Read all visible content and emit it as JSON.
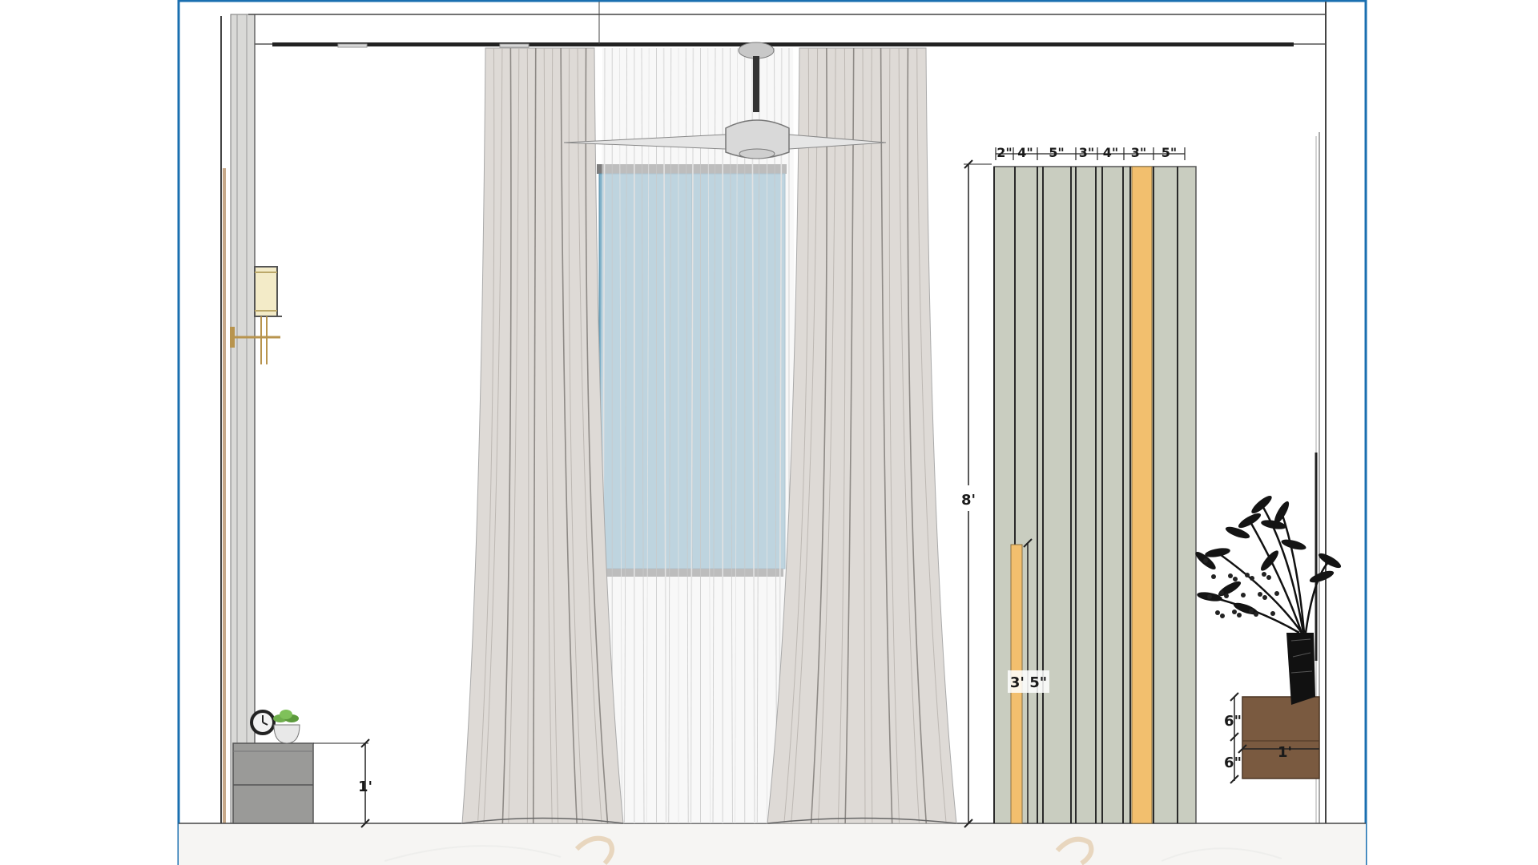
{
  "elevation": {
    "slat_widths": [
      "2\"",
      "4\"",
      "5\"",
      "3\"",
      "4\"",
      "3\"",
      "5\""
    ],
    "panel_height": "8'",
    "accent_strip_height": "3' 5\"",
    "side_table_height": "1'",
    "shelf_top_gap": "6\"",
    "shelf_bottom_gap": "6\"",
    "shelf_width": "1'"
  },
  "palette": {
    "curtain": "#dedad6",
    "sheer": "#f3f3f3",
    "glass": "#7fb0c8",
    "slat": "#c9cdc0",
    "accent": "#f2bf6e",
    "wood": "#7a5a40",
    "frame": "#1a6fb0",
    "table": "#9a9a98",
    "floor": "#f6f5f3"
  },
  "icons": {
    "lamp": "wall-sconce-icon",
    "fan": "ceiling-fan-icon",
    "plant": "potted-plant-icon",
    "clock": "clock-icon"
  }
}
